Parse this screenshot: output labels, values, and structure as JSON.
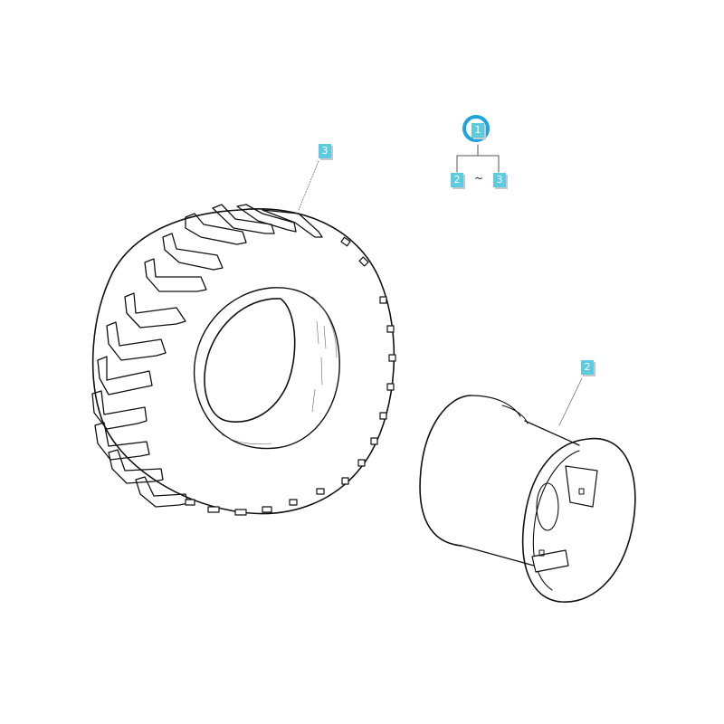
{
  "diagram": {
    "type": "exploded parts diagram",
    "subject": "wheel assembly",
    "colors": {
      "callout_fill": "#5ccbdf",
      "callout_text": "#ffffff",
      "ring": "#1fa3dc",
      "line": "#111111"
    },
    "assembly_key": {
      "parent": "1",
      "range_from": "2",
      "range_separator": "~",
      "range_to": "3"
    },
    "callouts": [
      {
        "id": "tire",
        "label": "3",
        "part": "tire"
      },
      {
        "id": "rim",
        "label": "2",
        "part": "rim"
      }
    ]
  }
}
